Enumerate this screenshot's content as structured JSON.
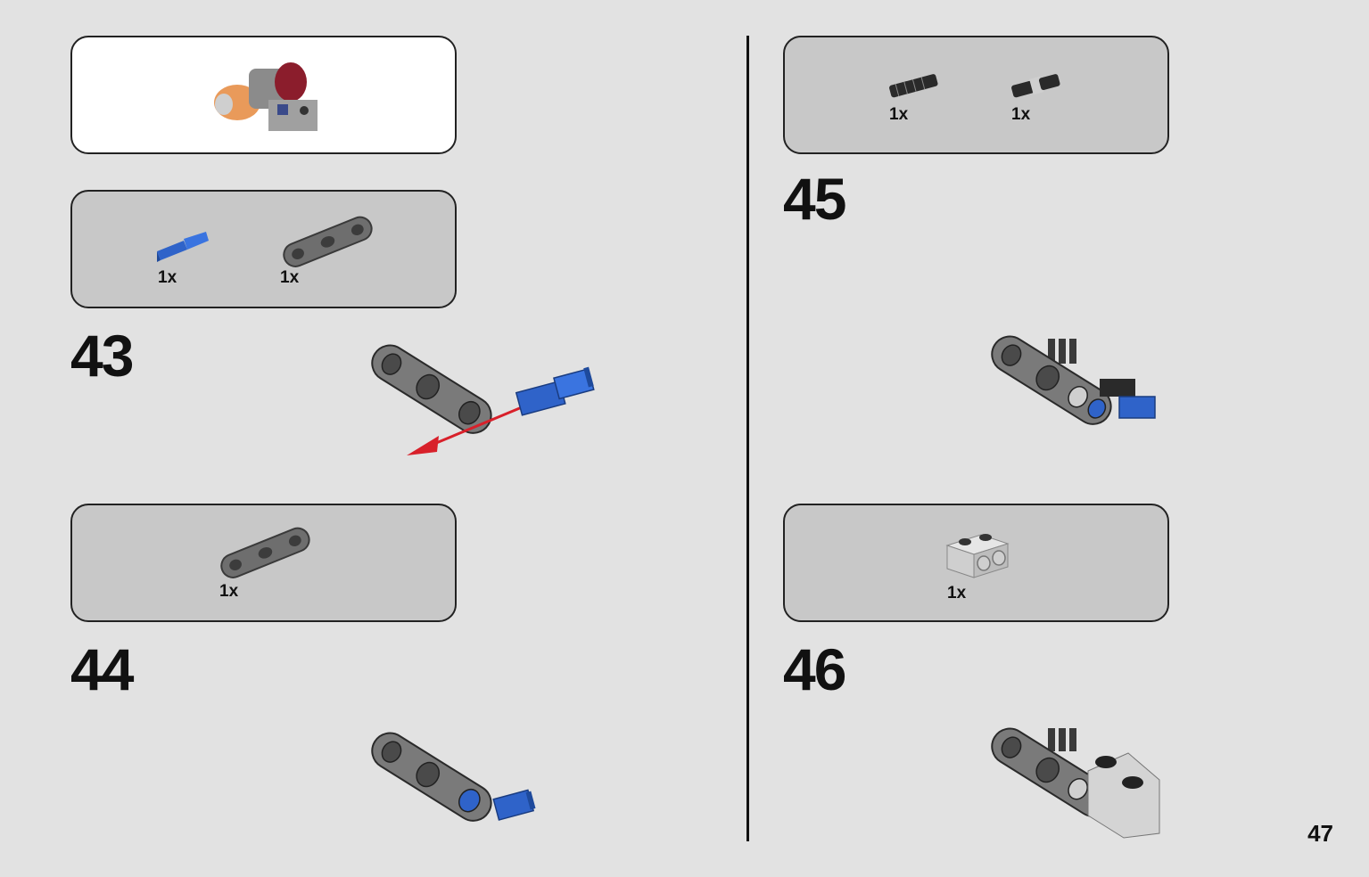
{
  "steps": {
    "s43": {
      "number": "43",
      "parts": [
        {
          "qty": "1x",
          "icon": "blue-axle-pin-icon"
        },
        {
          "qty": "1x",
          "icon": "gray-beam-3-icon"
        }
      ]
    },
    "s44": {
      "number": "44",
      "parts": [
        {
          "qty": "1x",
          "icon": "gray-beam-3-icon"
        }
      ]
    },
    "s45": {
      "number": "45",
      "parts": [
        {
          "qty": "1x",
          "icon": "black-axle-connector-icon"
        },
        {
          "qty": "1x",
          "icon": "black-pin-connector-icon"
        }
      ]
    },
    "s46": {
      "number": "46",
      "parts": [
        {
          "qty": "1x",
          "icon": "light-gray-brick-2-icon"
        }
      ]
    }
  },
  "page_number": "47",
  "colors": {
    "background": "#e2e2e2",
    "parts_box": "#c8c8c8",
    "beam": "#7a7a7a",
    "pin_blue": "#2f63c9",
    "arrow_red": "#d8202a"
  }
}
